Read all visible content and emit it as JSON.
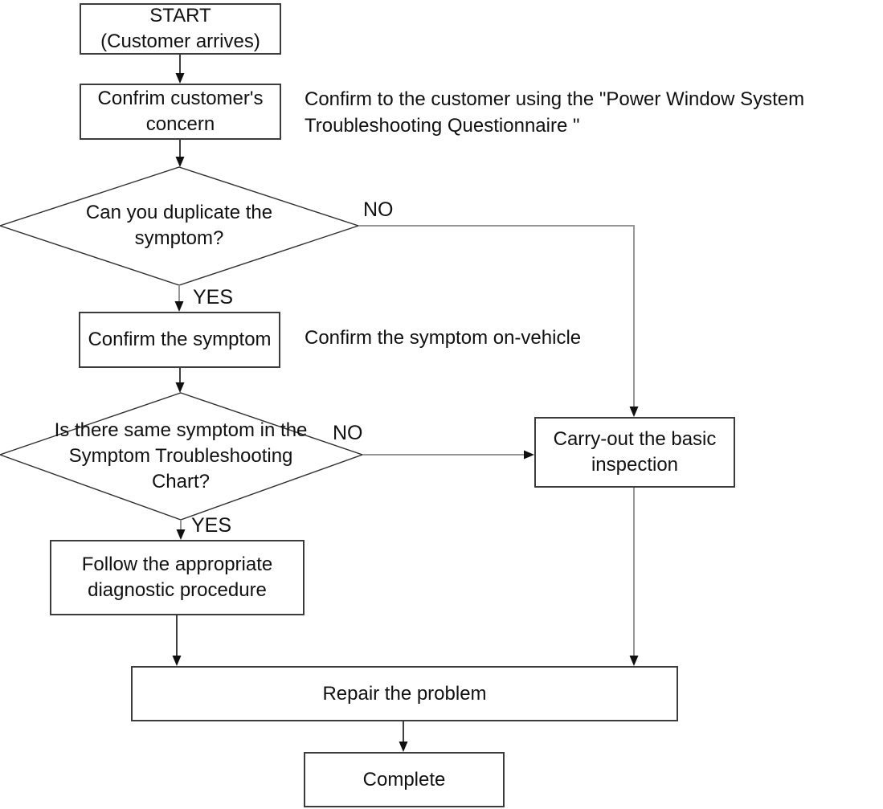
{
  "nodes": {
    "start": {
      "text": "START\n(Customer arrives)"
    },
    "confirm_concern": {
      "text": "Confrim customer's\nconcern"
    },
    "can_duplicate": {
      "text": "Can you duplicate the\nsymptom?"
    },
    "confirm_symptom": {
      "text": "Confirm the symptom"
    },
    "same_symptom": {
      "text": "Is there same symptom in the\nSymptom Troubleshooting\nChart?"
    },
    "carry_out": {
      "text": "Carry-out the basic\ninspection"
    },
    "follow_procedure": {
      "text": "Follow the appropriate\ndiagnostic procedure"
    },
    "repair": {
      "text": "Repair the problem"
    },
    "complete": {
      "text": "Complete"
    }
  },
  "edge_labels": {
    "duplicate_no": "NO",
    "duplicate_yes": "YES",
    "same_no": "NO",
    "same_yes": "YES"
  },
  "annotations": {
    "questionnaire_note": "Confirm to the customer using the \"Power Window System\nTroubleshooting Questionnaire \"",
    "on_vehicle_note": "Confirm the symptom on-vehicle"
  },
  "colors": {
    "background": "#ffffff",
    "text": "#111111",
    "box_border": "#3c3c3c",
    "connector_gray": "#969696",
    "connector_dark": "#3f3f3f",
    "arrowhead": "#101010"
  }
}
